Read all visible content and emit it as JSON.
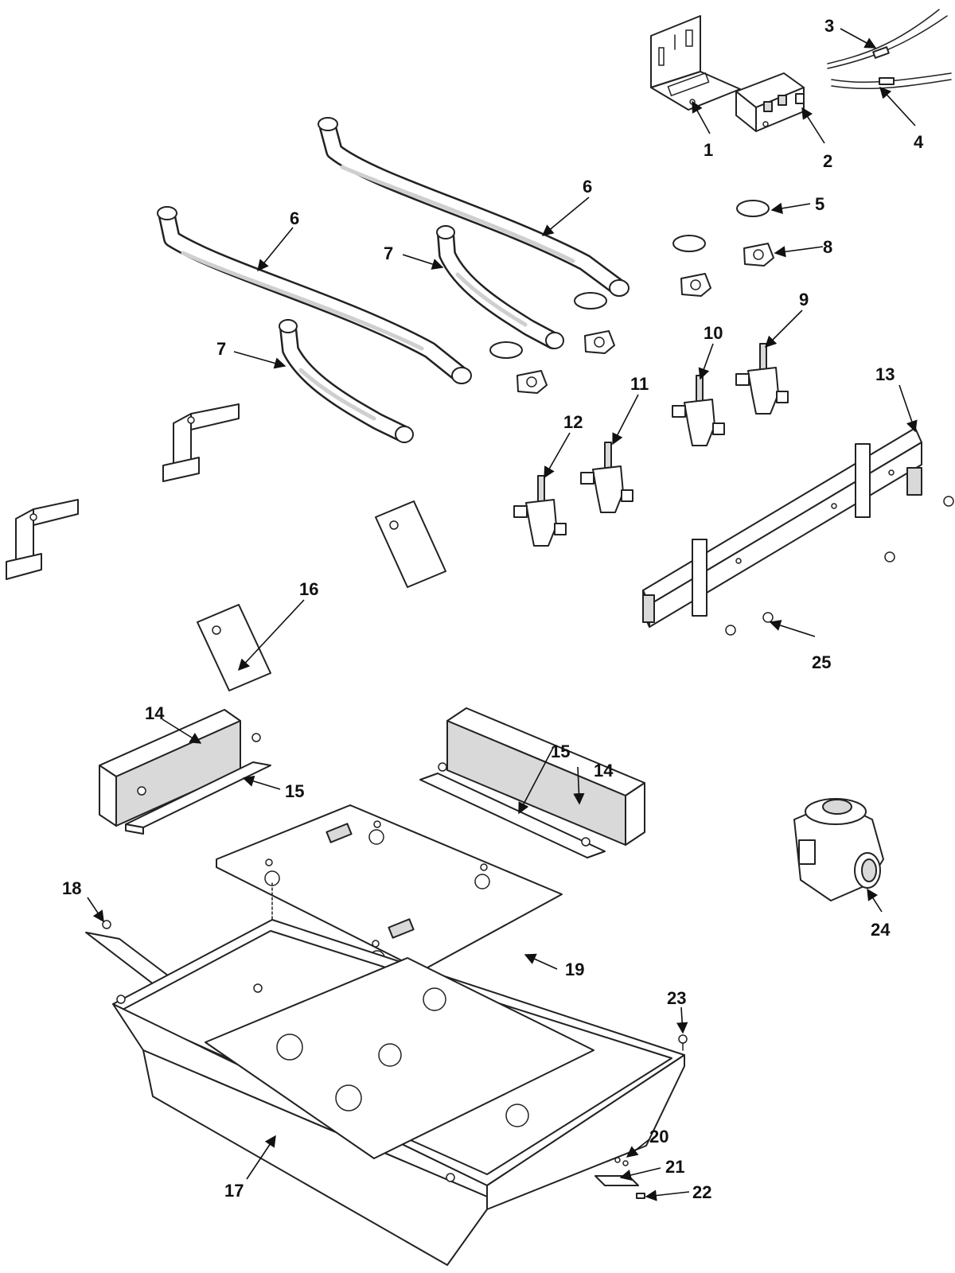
{
  "diagram": {
    "callouts": [
      {
        "id": "c1",
        "text": "1"
      },
      {
        "id": "c2",
        "text": "2"
      },
      {
        "id": "c3",
        "text": "3"
      },
      {
        "id": "c4",
        "text": "4"
      },
      {
        "id": "c5",
        "text": "5"
      },
      {
        "id": "c6a",
        "text": "6"
      },
      {
        "id": "c6b",
        "text": "6"
      },
      {
        "id": "c7a",
        "text": "7"
      },
      {
        "id": "c7b",
        "text": "7"
      },
      {
        "id": "c8",
        "text": "8"
      },
      {
        "id": "c9",
        "text": "9"
      },
      {
        "id": "c10",
        "text": "10"
      },
      {
        "id": "c11",
        "text": "11"
      },
      {
        "id": "c12",
        "text": "12"
      },
      {
        "id": "c13",
        "text": "13"
      },
      {
        "id": "c14a",
        "text": "14"
      },
      {
        "id": "c14b",
        "text": "14"
      },
      {
        "id": "c15a",
        "text": "15"
      },
      {
        "id": "c15b",
        "text": "15"
      },
      {
        "id": "c16",
        "text": "16"
      },
      {
        "id": "c17",
        "text": "17"
      },
      {
        "id": "c18",
        "text": "18"
      },
      {
        "id": "c19",
        "text": "19"
      },
      {
        "id": "c20",
        "text": "20"
      },
      {
        "id": "c21",
        "text": "21"
      },
      {
        "id": "c22",
        "text": "22"
      },
      {
        "id": "c23",
        "text": "23"
      },
      {
        "id": "c24",
        "text": "24"
      },
      {
        "id": "c25",
        "text": "25"
      }
    ]
  }
}
